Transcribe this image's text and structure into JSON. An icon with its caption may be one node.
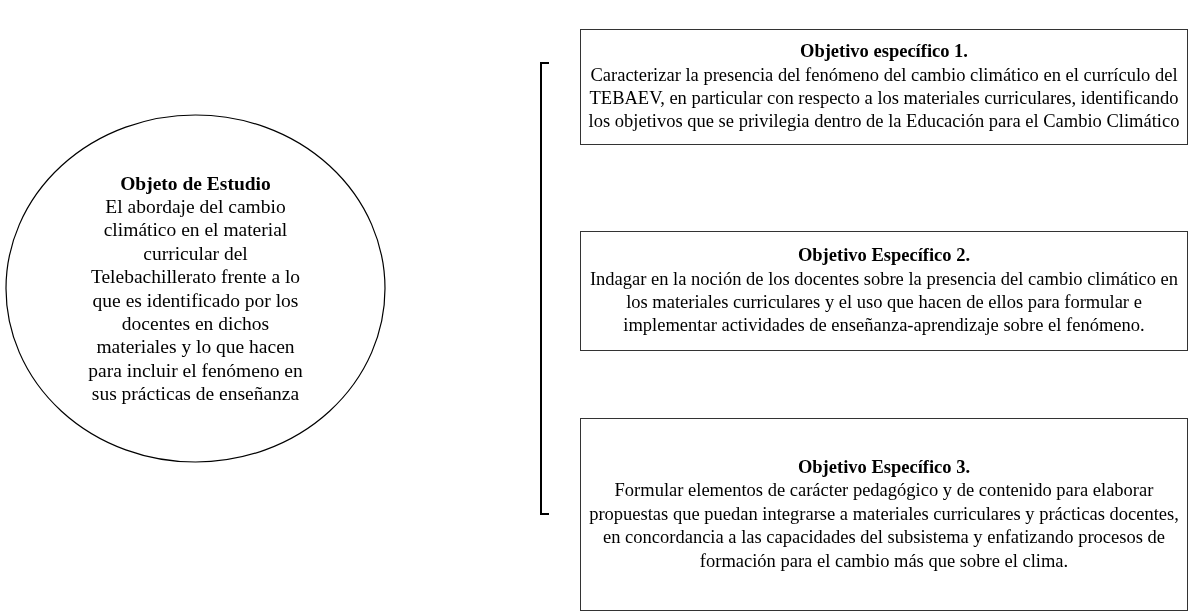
{
  "diagram": {
    "nodes": [
      {
        "text": [
          "Objeto de Estudio",
          "El abordaje del cambio climático en el material curricular del Telebachillerato frente a lo que es identificado por los docentes en dichos materiales y lo que hacen para incluir el fenómeno en sus prácticas de enseñanza"
        ]
      },
      {
        "text": [
          "Objetivo específico 1.",
          "Caracterizar la presencia del fenómeno del cambio climático en el currículo del TEBAEV, en particular con respecto a los materiales curriculares, identificando los objetivos que se privilegia dentro de la Educación para el Cambio Climático"
        ]
      },
      {
        "text": [
          "Objetivo Específico 2.",
          "Indagar en la noción de los docentes sobre la presencia del cambio climático en los materiales curriculares y el uso que hacen de ellos para formular e implementar actividades de enseñanza-aprendizaje sobre el fenómeno."
        ]
      },
      {
        "text": [
          "Objetivo Específico 3.",
          "Formular elementos de carácter pedagógico y de contenido para elaborar propuestas que puedan integrarse a materiales curriculares y prácticas docentes, en concordancia a las capacidades del subsistema y enfatizando procesos de formación para el cambio más que sobre el clima."
        ]
      }
    ]
  }
}
